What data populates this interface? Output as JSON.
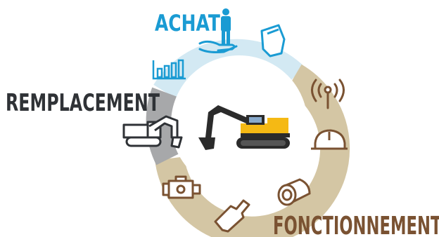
{
  "labels": {
    "achat": "ACHAT",
    "remplacement": "REMPLACEMENT",
    "fonctionnement": "FONCTIONNEMENT"
  },
  "colors": {
    "achat": "#1a9bd3",
    "achat_ring": "#d3e9f3",
    "remplacement": "#2f3236",
    "remplacement_ring": "#a7a8aa",
    "fonctionnement": "#7a5232",
    "fonctionnement_ring": "#d4c6a4",
    "machine_body": "#f5b914",
    "machine_dark": "#2b2b2b"
  },
  "icons": [
    "person-icon",
    "hand-icon",
    "bucket-icon",
    "bar-chart-icon",
    "signal-icon",
    "hardhat-icon",
    "old-excavator-icon",
    "engine-icon",
    "wrench-icon",
    "filter-icon",
    "excavator-icon"
  ]
}
